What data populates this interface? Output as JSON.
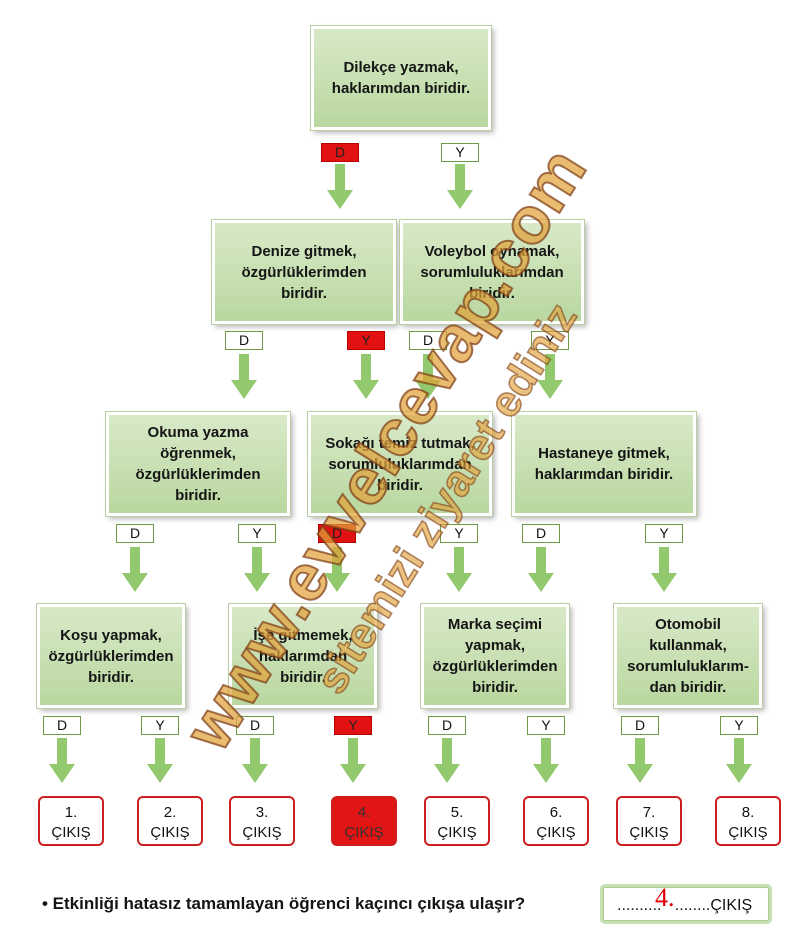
{
  "boxes": {
    "root": "Dilekçe yazmak, haklarımdan biridir.",
    "l2_left": "Denize gitmek, özgürlüklerimden biridir.",
    "l2_right": "Voleybol oynamak, sorumluluklarımdan biridir.",
    "l3_left": "Okuma yazma öğrenmek, özgürlüklerimden biridir.",
    "l3_mid": "Sokağı temiz tutmak, sorumluluklarımdan biridir.",
    "l3_right": "Hastaneye gitmek, haklarımdan biridir.",
    "l4_1": "Koşu yapmak, özgürlüklerimden biridir.",
    "l4_2": "İşe gitmemek, haklarımdan biridir.",
    "l4_3": "Marka seçimi yapmak, özgürlüklerimden biridir.",
    "l4_4": "Otomobil kullanmak, sorumluluklarım-dan biridir."
  },
  "labels": {
    "d": "D",
    "y": "Y"
  },
  "exits": [
    {
      "num": "1.",
      "word": "ÇIKIŞ"
    },
    {
      "num": "2.",
      "word": "ÇIKIŞ"
    },
    {
      "num": "3.",
      "word": "ÇIKIŞ"
    },
    {
      "num": "4.",
      "word": "ÇIKIŞ"
    },
    {
      "num": "5.",
      "word": "ÇIKIŞ"
    },
    {
      "num": "6.",
      "word": "ÇIKIŞ"
    },
    {
      "num": "7.",
      "word": "ÇIKIŞ"
    },
    {
      "num": "8.",
      "word": "ÇIKIŞ"
    }
  ],
  "question": "• Etkinliği hatasız tamamlayan öğrenci kaçıncı çıkışa ulaşır?",
  "answer": {
    "left_dots": "..........",
    "value": "4.",
    "right_dots": "........ÇIKIŞ"
  },
  "watermark": {
    "line1": "www.evvelcevap.com",
    "line2": "sitemizi ziyaret ediniz"
  },
  "colors": {
    "selected": "#e31212",
    "box": "#c6e0b1",
    "arrow": "#93c96e",
    "exit_border": "#cc1f1f"
  }
}
